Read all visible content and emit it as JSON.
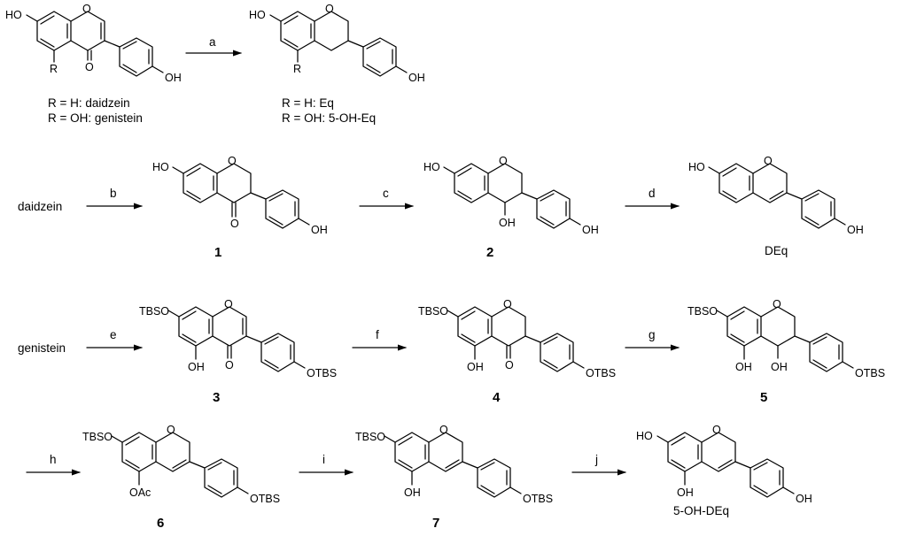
{
  "reagent_steps": [
    "a",
    "b",
    "c",
    "d",
    "e",
    "f",
    "g",
    "h",
    "i",
    "j"
  ],
  "start_captions": {
    "isoflavones": [
      "R = H: daidzein",
      "R = OH: genistein"
    ],
    "equols": [
      "R = H: Eq",
      "R = OH: 5-OH-Eq"
    ]
  },
  "row_starts": {
    "daidzein": "daidzein",
    "genistein": "genistein"
  },
  "compound_labels": {
    "c1": "1",
    "c2": "2",
    "dehydroequol": "DEq",
    "c3": "3",
    "c4": "4",
    "c5": "5",
    "c6": "6",
    "c7": "7",
    "hydroxy_dehydroequol": "5-OH-DEq"
  },
  "atoms": {
    "oh": "OH",
    "ho": "HO",
    "o": "O",
    "r": "R",
    "tbso": "TBSO",
    "otbs": "OTBS",
    "oac": "OAc"
  }
}
